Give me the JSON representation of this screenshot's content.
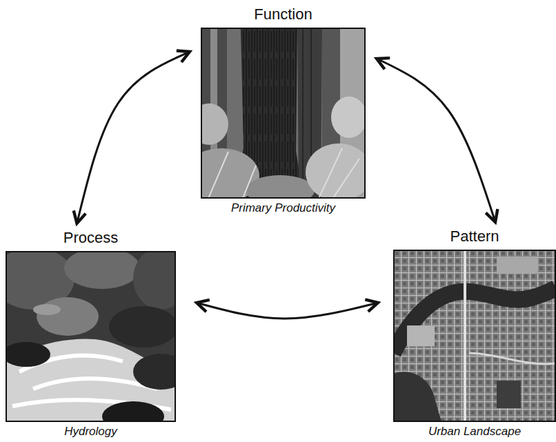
{
  "diagram": {
    "nodes": [
      {
        "text": [
          "Function",
          "Primary Productivity"
        ]
      },
      {
        "text": [
          "Process",
          "Hydrology"
        ]
      },
      {
        "text": [
          "Pattern",
          "Urban Landscape"
        ]
      }
    ],
    "edges": [
      {
        "from": 0,
        "to": 1,
        "arrow": "both"
      },
      {
        "from": 0,
        "to": 2,
        "arrow": "both"
      },
      {
        "from": 1,
        "to": 2,
        "arrow": "both"
      }
    ]
  }
}
